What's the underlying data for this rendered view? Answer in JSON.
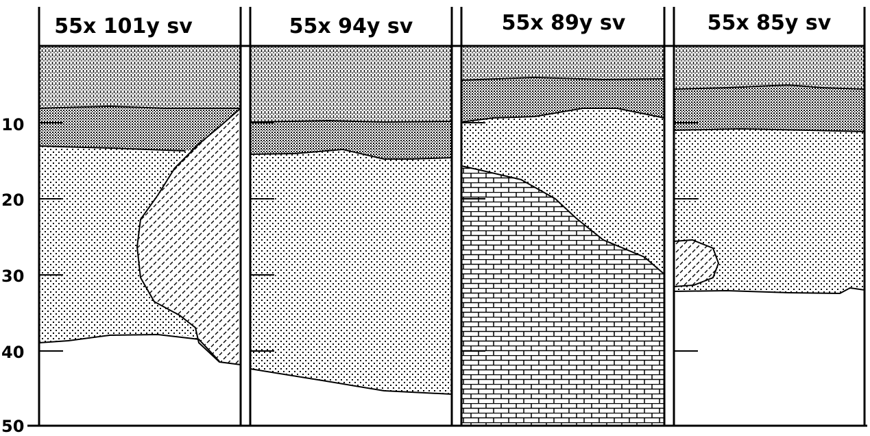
{
  "columns": [
    {
      "title": "55x 101y sv"
    },
    {
      "title": "55x 94y sv"
    },
    {
      "title": "55x 89y sv"
    },
    {
      "title": "55x 85y sv"
    }
  ],
  "depth_axis": {
    "labels": [
      "10",
      "20",
      "30",
      "40",
      "50"
    ]
  },
  "layer_patterns": [
    "dense-vertical-dash",
    "fine-dot",
    "coarse-dot",
    "diagonal-dash",
    "brick"
  ]
}
